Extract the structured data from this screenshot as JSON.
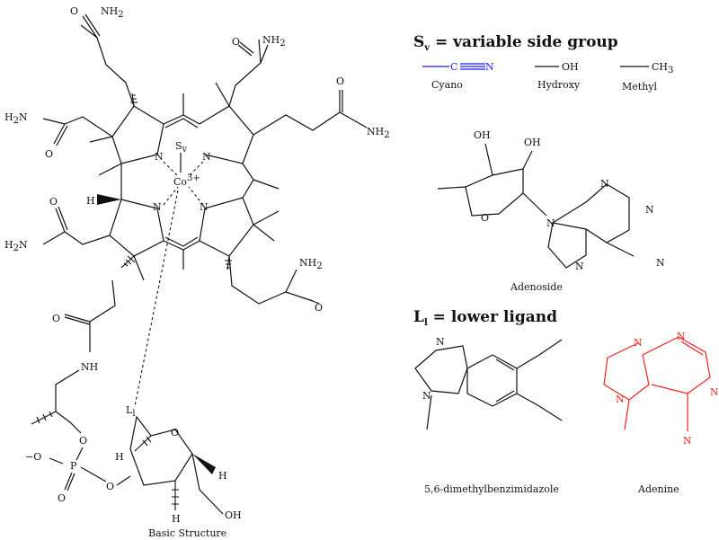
{
  "left_structure": {
    "caption": "Basic Structure",
    "atoms": {
      "nh2": "NH",
      "two": "2",
      "h2n_h": "H",
      "h2n_n": "N",
      "o": "O",
      "n": "N",
      "co": "Co",
      "co_charge": "3+",
      "sv_s": "S",
      "sv_v": "v",
      "h": "H",
      "nh": "NH",
      "p": "P",
      "minus_o": "−O",
      "ll_l": "L",
      "ll_l_sub": "l",
      "oh": "OH"
    }
  },
  "side_groups": {
    "title_s": "S",
    "title_v": "v",
    "title_rest": " = variable side group",
    "cyano_c": "C",
    "cyano_n": "N",
    "oh": "OH",
    "ch": "CH",
    "three": "3",
    "labels": [
      "Cyano",
      "Hydroxy",
      "Methyl"
    ]
  },
  "adenoside": {
    "caption": "Adenoside",
    "oh": "OH",
    "o": "O",
    "n": "N"
  },
  "lower_ligand": {
    "title_l": "L",
    "title_sub": "l",
    "title_rest": " = lower ligand",
    "n": "N",
    "dmb_caption": "5,6-dimethylbenzimidazole",
    "adenine_caption": "Adenine"
  },
  "colors": {
    "cyano": "#1a1aff",
    "adenine": "#ee2222"
  }
}
